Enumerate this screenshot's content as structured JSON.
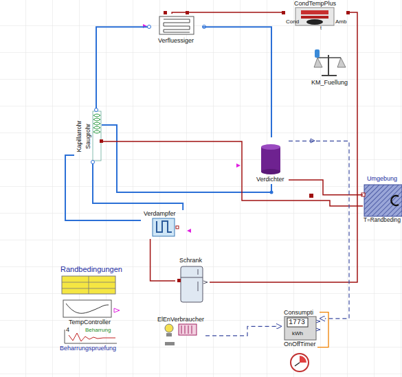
{
  "diagram": {
    "nodes": [
      {
        "text": [
          "CondTempPlus"
        ]
      },
      {
        "text": [
          "Verfluessiger"
        ]
      },
      {
        "text": [
          "KM_Fuellung"
        ]
      },
      {
        "text": [
          "Kapillarrohr",
          "Saugrohr"
        ]
      },
      {
        "text": [
          "Verdichter"
        ]
      },
      {
        "text": [
          "Umgebung",
          "T=Randbeding"
        ]
      },
      {
        "text": [
          "Verdampfer"
        ]
      },
      {
        "text": [
          "Randbedingungen"
        ]
      },
      {
        "text": [
          "TempController"
        ]
      },
      {
        "text": [
          "Beharrungspruefung"
        ]
      },
      {
        "text": [
          "Schrank"
        ]
      },
      {
        "text": [
          "ElEnVerbraucher"
        ]
      },
      {
        "text": [
          "Consumpti"
        ]
      },
      {
        "text": [
          "OnOffTimer"
        ]
      }
    ],
    "edges": [
      {
        "from": 1,
        "to": 3,
        "arrow": "none"
      },
      {
        "from": 4,
        "to": 1,
        "arrow": "none"
      },
      {
        "from": 3,
        "to": 4,
        "arrow": "none"
      },
      {
        "from": 3,
        "to": 6,
        "arrow": "none"
      },
      {
        "from": 6,
        "to": 3,
        "arrow": "none"
      },
      {
        "from": 0,
        "to": 1,
        "arrow": "none"
      },
      {
        "from": 0,
        "to": 10,
        "arrow": "none"
      },
      {
        "from": 5,
        "to": 4,
        "arrow": "none"
      },
      {
        "from": 3,
        "to": 5,
        "arrow": "none"
      },
      {
        "from": 6,
        "to": 10,
        "arrow": "none"
      },
      {
        "from": 11,
        "to": 12,
        "arrow": "to"
      },
      {
        "from": 4,
        "to": 12,
        "arrow": "to"
      },
      {
        "from": 13,
        "to": 12,
        "arrow": "none"
      }
    ],
    "labels": [
      "Cond",
      "Amb",
      "t",
      "4",
      "Beharrung",
      "1773",
      "kWh"
    ]
  }
}
